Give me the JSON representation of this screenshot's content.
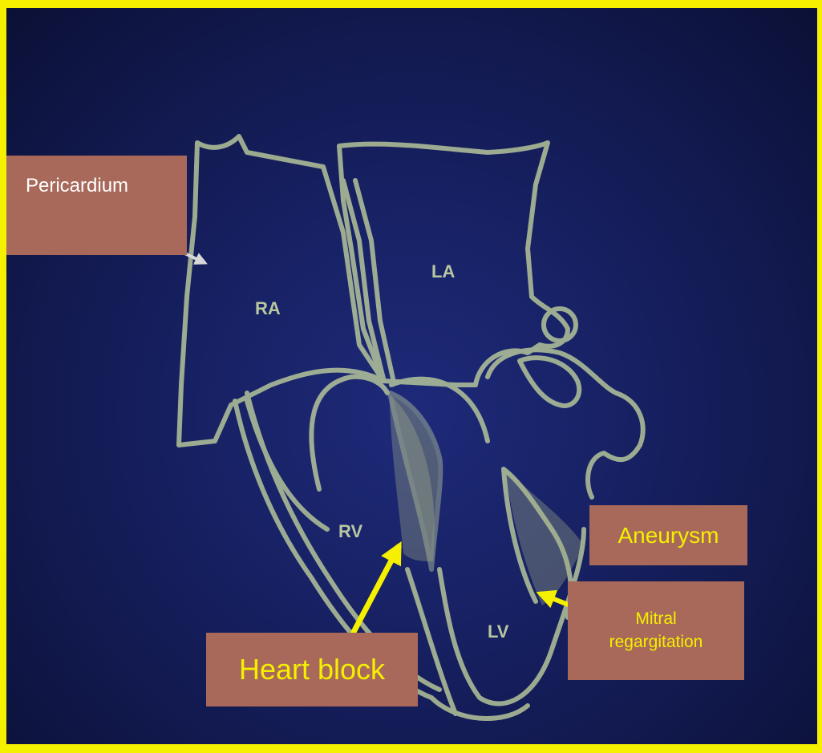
{
  "colors": {
    "frame": "#f4f000",
    "background": "#141c5a",
    "diagram_line": "#b4c49a",
    "callout_box": "#a8695a",
    "callout_text": "#f4f000",
    "pericardium_text": "#ffffff"
  },
  "chamber_labels": {
    "ra": "RA",
    "la": "LA",
    "rv": "RV",
    "lv": "LV"
  },
  "callouts": {
    "pericardium": "Pericardium",
    "aneurysm": "Aneurysm",
    "mitral_line1": "Mitral",
    "mitral_line2": "regargitation",
    "heart_block": "Heart block"
  }
}
